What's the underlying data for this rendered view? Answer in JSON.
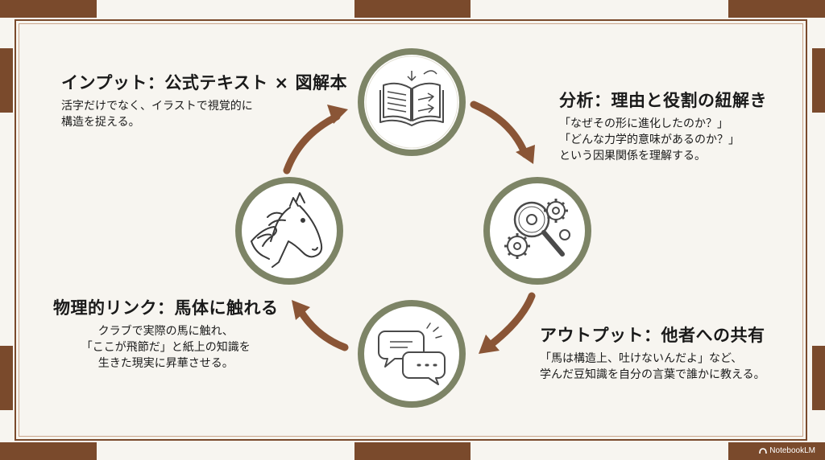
{
  "steps": {
    "input": {
      "title": "インプット：公式テキスト × 図解本",
      "lines": [
        "活字だけでなく、イラストで視覚的に",
        "構造を捉える。"
      ]
    },
    "analysis": {
      "title": "分析：理由と役割の紐解き",
      "lines": [
        "「なぜその形に進化したのか？」",
        "「どんな力学的意味があるのか？」",
        "という因果関係を理解する。"
      ]
    },
    "output": {
      "title": "アウトプット：他者への共有",
      "lines": [
        "「馬は構造上、吐けないんだよ」など、",
        "学んだ豆知識を自分の言葉で誰かに教える。"
      ]
    },
    "physical": {
      "title": "物理的リンク：馬体に触れる",
      "lines": [
        "クラブで実際の馬に触れ、",
        "「ここが飛節だ」と紙上の知識を",
        "生きた現実に昇華させる。"
      ]
    }
  },
  "icons": {
    "top": "open-book-icon",
    "right": "gears-magnifier-icon",
    "bottom": "speech-bubbles-icon",
    "left": "horse-head-icon"
  },
  "colors": {
    "ring": "#7d8466",
    "arrow": "#8a5536",
    "border": "#7a4a2c"
  },
  "credit": "NotebookLM"
}
